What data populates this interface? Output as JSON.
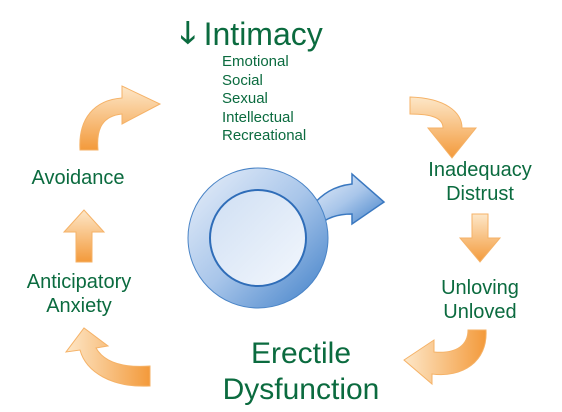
{
  "diagram": {
    "title": {
      "arrow": "🡓",
      "text": "Intimacy"
    },
    "intimacy_types": [
      "Emotional",
      "Social",
      "Sexual",
      "Intellectual",
      "Recreational"
    ],
    "nodes": {
      "inadequacy": [
        "Inadequacy",
        "Distrust"
      ],
      "unloving": [
        "Unloving",
        "Unloved"
      ],
      "erectile": [
        "Erectile",
        "Dysfunction"
      ],
      "anticipatory": [
        "Anticipatory",
        "Anxiety"
      ],
      "avoidance": [
        "Avoidance"
      ]
    },
    "center_symbol": "male-symbol-icon",
    "colors": {
      "text": "#0b6b3f",
      "arrow": "#f4a64a",
      "arrow_light": "#fde2bd",
      "symbol": "#3f7fc8",
      "symbol_light": "#dbe8f7"
    }
  }
}
